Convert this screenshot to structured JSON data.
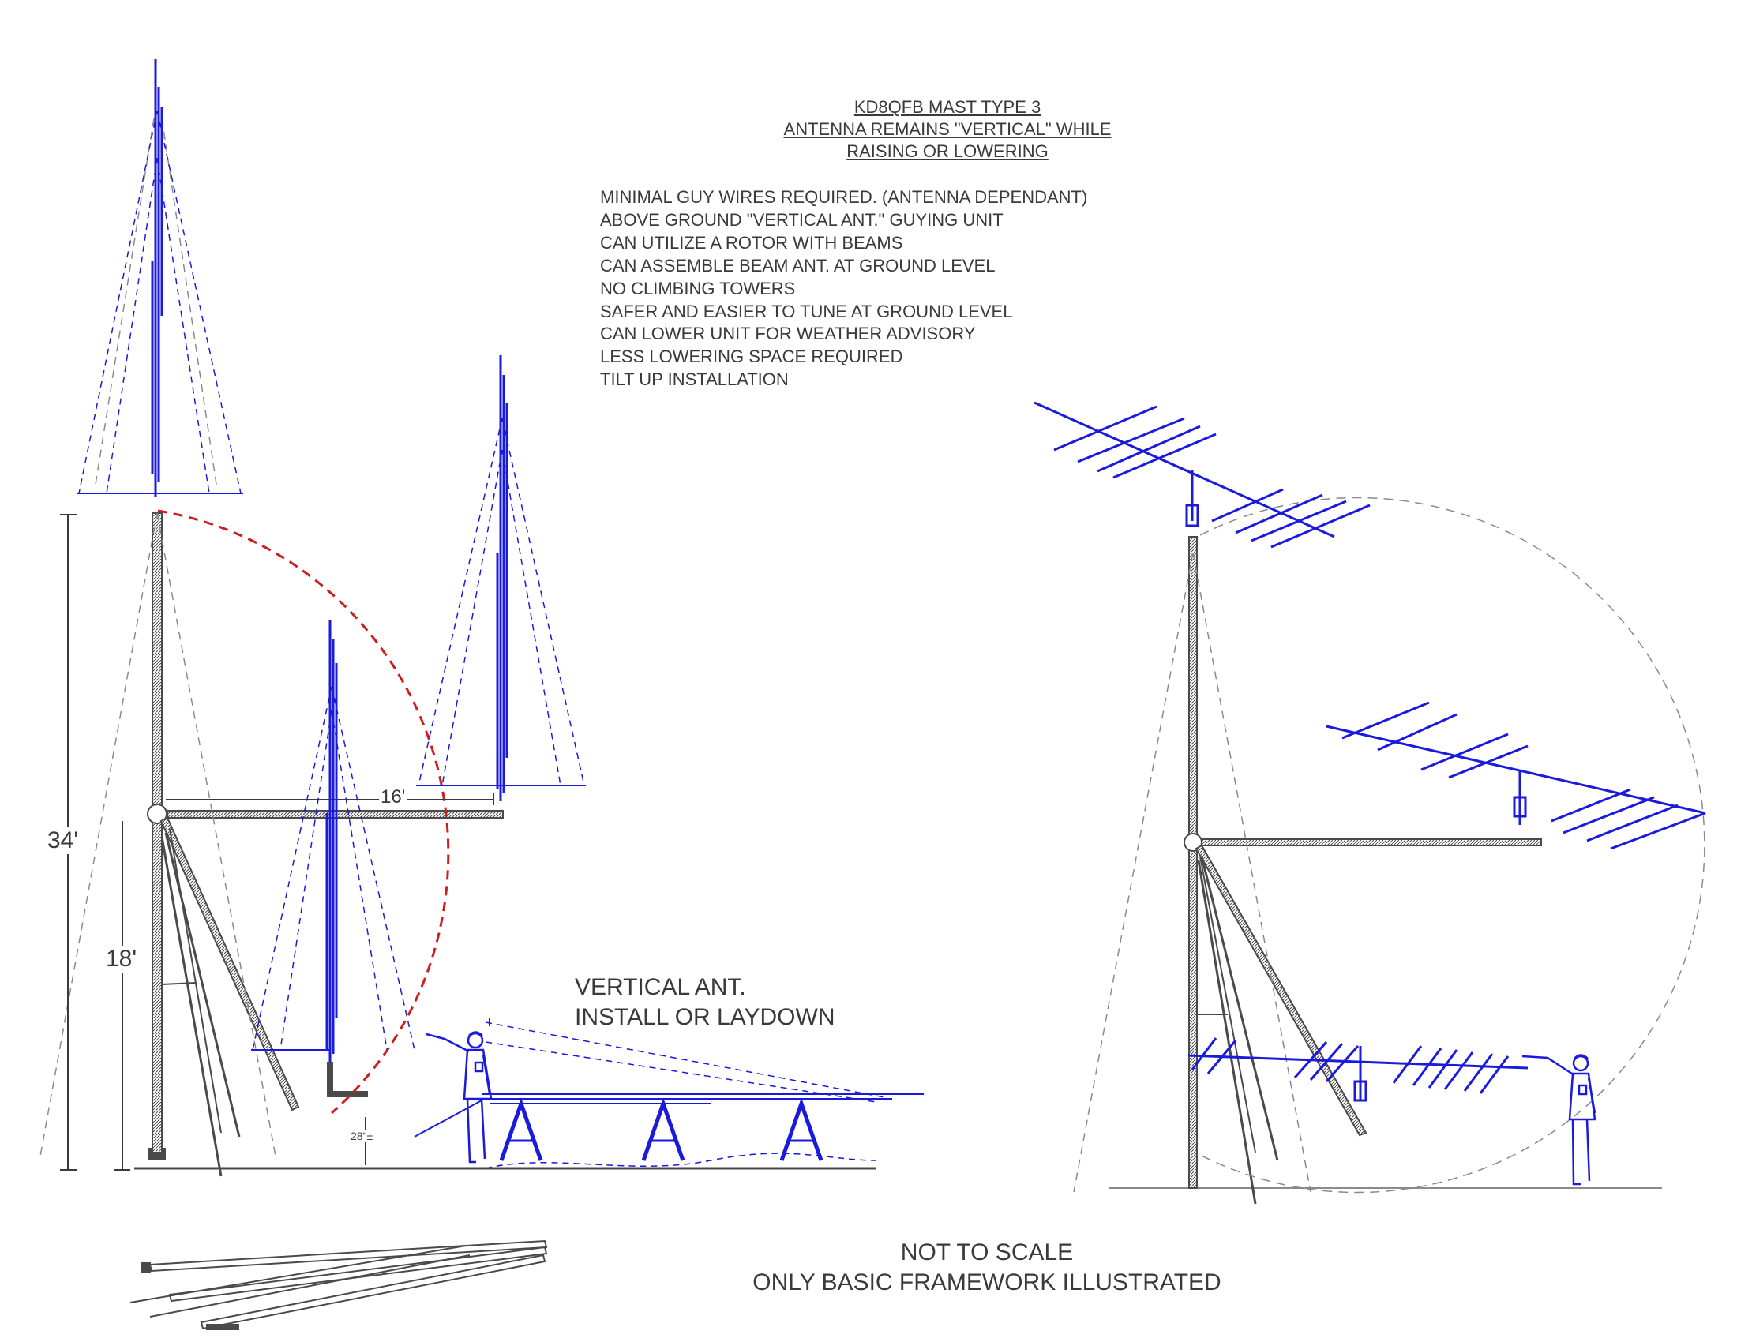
{
  "title": {
    "line1": "KD8QFB  MAST  TYPE  3",
    "line2": "ANTENNA REMAINS \"VERTICAL\" WHILE",
    "line3": "RAISING OR LOWERING"
  },
  "notes": [
    "MINIMAL GUY WIRES REQUIRED.  (ANTENNA DEPENDANT)",
    "ABOVE GROUND \"VERTICAL ANT.\" GUYING UNIT",
    "CAN UTILIZE A ROTOR WITH BEAMS",
    "CAN ASSEMBLE BEAM ANT. AT GROUND LEVEL",
    "NO CLIMBING TOWERS",
    "SAFER AND EASIER TO TUNE AT GROUND LEVEL",
    "CAN LOWER UNIT FOR WEATHER ADVISORY",
    "LESS LOWERING SPACE REQUIRED",
    "TILT UP INSTALLATION"
  ],
  "dimensions": {
    "total_height": "34'",
    "pivot_height": "18'",
    "arm_length": "16'",
    "clearance": "28\"±"
  },
  "callout": {
    "line1": "VERTICAL ANT.",
    "line2": "INSTALL OR LAYDOWN"
  },
  "footer": {
    "line1": "NOT TO SCALE",
    "line2": "ONLY BASIC FRAMEWORK ILLUSTRATED"
  },
  "colors": {
    "structure": "#4a4a4a",
    "antenna": "#1a1adc",
    "swing_arc": "#d01c1c",
    "text": "#3a3a3a"
  }
}
